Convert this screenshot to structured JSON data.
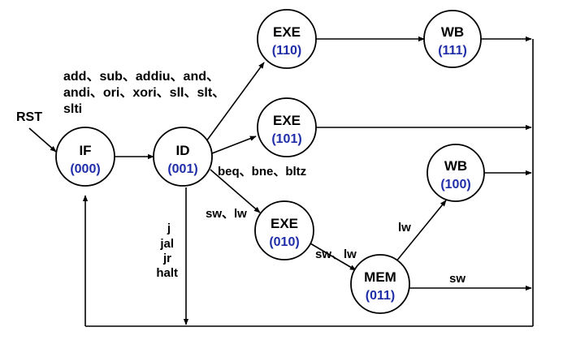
{
  "colors": {
    "line": "#000000",
    "code": "#1f2ea8",
    "text": "#000000"
  },
  "states": {
    "if": {
      "name": "IF",
      "code": "(000)"
    },
    "id": {
      "name": "ID",
      "code": "(001)"
    },
    "exe1": {
      "name": "EXE",
      "code": "(110)"
    },
    "wb1": {
      "name": "WB",
      "code": "(111)"
    },
    "exe2": {
      "name": "EXE",
      "code": "(101)"
    },
    "wb2": {
      "name": "WB",
      "code": "(100)"
    },
    "exe3": {
      "name": "EXE",
      "code": "(010)"
    },
    "mem": {
      "name": "MEM",
      "code": "(011)"
    }
  },
  "labels": {
    "rst": "RST",
    "alu_line1": "add、sub、addiu、and、",
    "alu_line2": "andi、ori、xori、sll、slt、",
    "alu_line3": "slti",
    "branch": "beq、bne、bltz",
    "mem_ops": "sw、lw",
    "mem_ops2": "sw、lw",
    "jump1": "j",
    "jump2": "jal",
    "jump3": "jr",
    "jump4": "halt",
    "lw": "lw",
    "sw": "sw"
  }
}
